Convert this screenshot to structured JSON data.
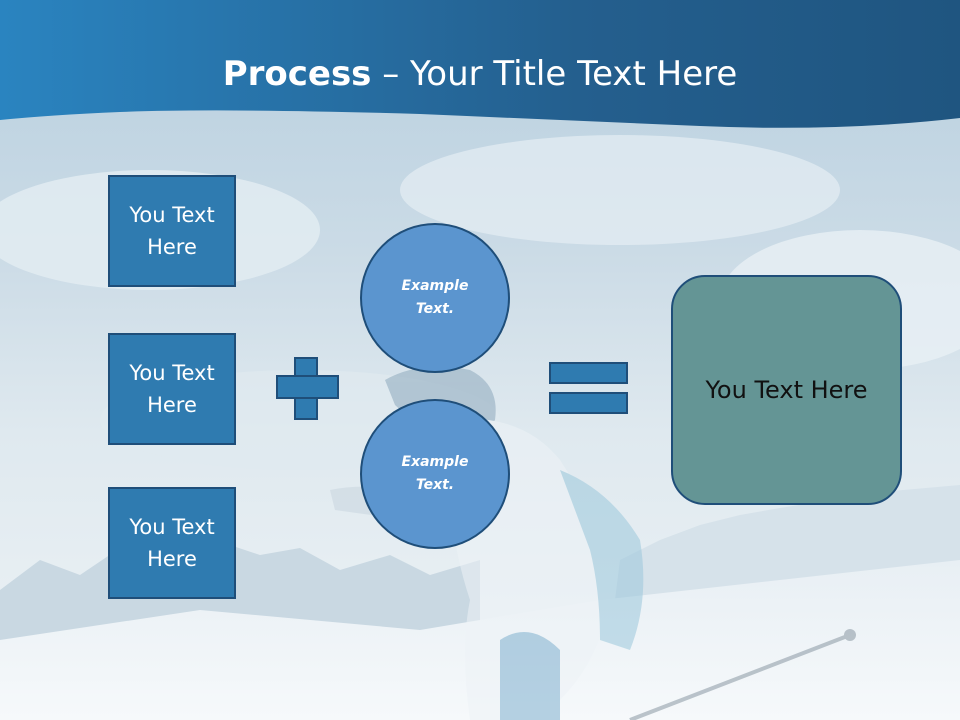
{
  "title": {
    "bold": "Process",
    "rest": " – Your Title Text Here"
  },
  "inputs": [
    {
      "label": "You Text\nHere"
    },
    {
      "label": "You Text\nHere"
    },
    {
      "label": "You Text\nHere"
    }
  ],
  "examples": [
    {
      "label": "Example\nText."
    },
    {
      "label": "Example\nText."
    }
  ],
  "result": {
    "label": "You Text  Here"
  },
  "colors": {
    "header": "#2a7ab0",
    "box_fill": "#2f7bb0",
    "box_border": "#1f4e79",
    "circle_fill": "#5b95cf",
    "result_fill": "#649595"
  },
  "icons": {
    "plus": "plus-icon",
    "equals": "equals-icon"
  }
}
